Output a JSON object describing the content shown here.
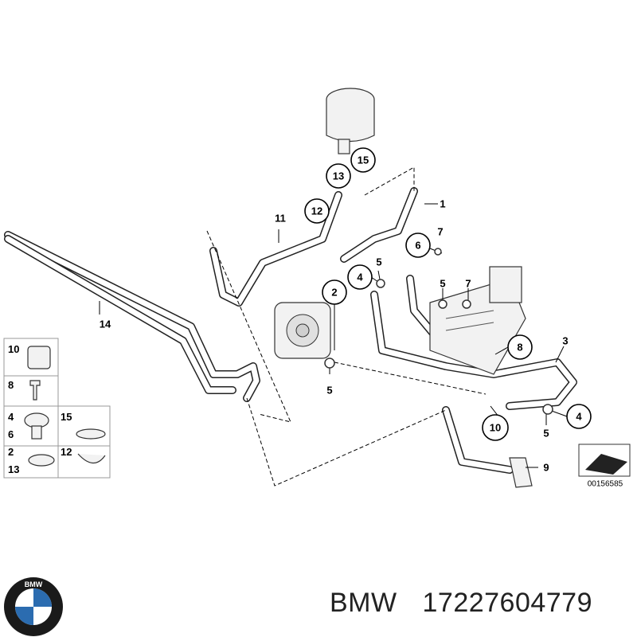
{
  "callouts": {
    "c1": "1",
    "c2": "2",
    "c3": "3",
    "c4a": "4",
    "c4b": "4",
    "c5a": "5",
    "c5b": "5",
    "c5c": "5",
    "c5d": "5",
    "c6": "6",
    "c7a": "7",
    "c7b": "7",
    "c8": "8",
    "c9": "9",
    "c10": "10",
    "c11": "11",
    "c12": "12",
    "c13": "13",
    "c14": "14",
    "c15": "15"
  },
  "legend": {
    "r1": "10",
    "r2": "8",
    "r3a": "4",
    "r3b": "6",
    "r3c": "15",
    "r4a": "2",
    "r4b": "13",
    "r4c": "12"
  },
  "diagram_code": "00156585",
  "brand": "BMW",
  "part_number": "17227604779",
  "logo": {
    "letters": "BMW",
    "colors": {
      "ring": "#1a1a1a",
      "blue": "#2b6cb0",
      "white": "#ffffff"
    }
  }
}
